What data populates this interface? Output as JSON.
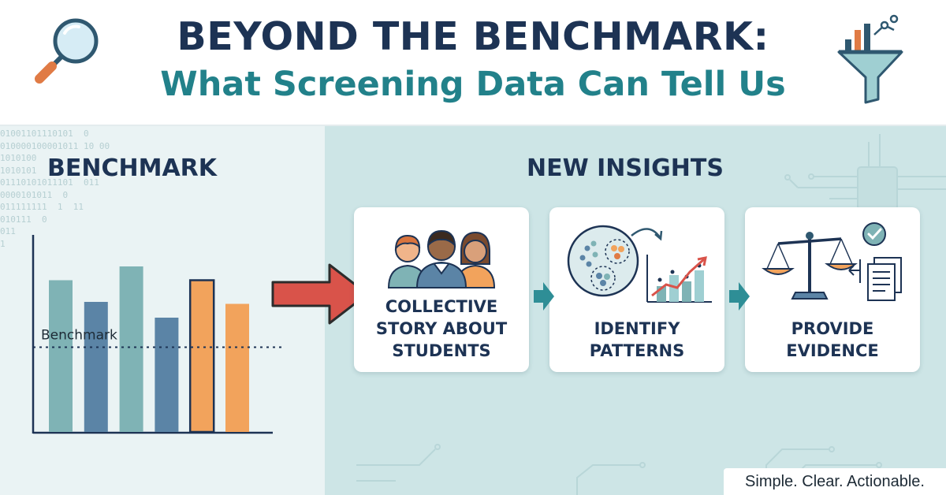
{
  "header": {
    "title": "BEYOND THE BENCHMARK:",
    "subtitle": "What Screening Data Can Tell Us",
    "left_icon": "magnifier-icon",
    "right_icon": "data-funnel-icon"
  },
  "left": {
    "title": "BENCHMARK",
    "binary_text": "01001101110101  0\n010000100001011 10 00\n1010100\n1010101\n01110101011101  011\n0000101011  0\n011111111  1  11\n010111  0\n011\n1"
  },
  "right": {
    "title": "NEW INSIGHTS",
    "cards": [
      {
        "label": "COLLECTIVE\nSTORY ABOUT\nSTUDENTS",
        "icon": "students-group-icon"
      },
      {
        "label": "IDENTIFY\nPATTERNS",
        "icon": "patterns-analysis-icon"
      },
      {
        "label": "PROVIDE\nEVIDENCE",
        "icon": "scales-evidence-icon"
      }
    ]
  },
  "tagline": "Simple. Clear. Actionable.",
  "colors": {
    "navy": "#1d3354",
    "teal_text": "#22818a",
    "teal_bar": "#7fb3b5",
    "blue_bar": "#5b84a6",
    "orange_bar": "#f2a35c",
    "red_arrow": "#d9534a",
    "panel_left": "#eaf3f4",
    "panel_right": "#cde5e6"
  },
  "chart_data": {
    "type": "bar",
    "title": "",
    "reference_line": {
      "label": "Benchmark",
      "value": 43
    },
    "bars": [
      {
        "value": 77,
        "color": "#7fb3b5"
      },
      {
        "value": 66,
        "color": "#5b84a6"
      },
      {
        "value": 84,
        "color": "#7fb3b5"
      },
      {
        "value": 58,
        "color": "#5b84a6"
      },
      {
        "value": 77,
        "color": "#f2a35c",
        "outlined": true
      },
      {
        "value": 65,
        "color": "#f2a35c"
      }
    ],
    "ylim": [
      0,
      100
    ]
  }
}
